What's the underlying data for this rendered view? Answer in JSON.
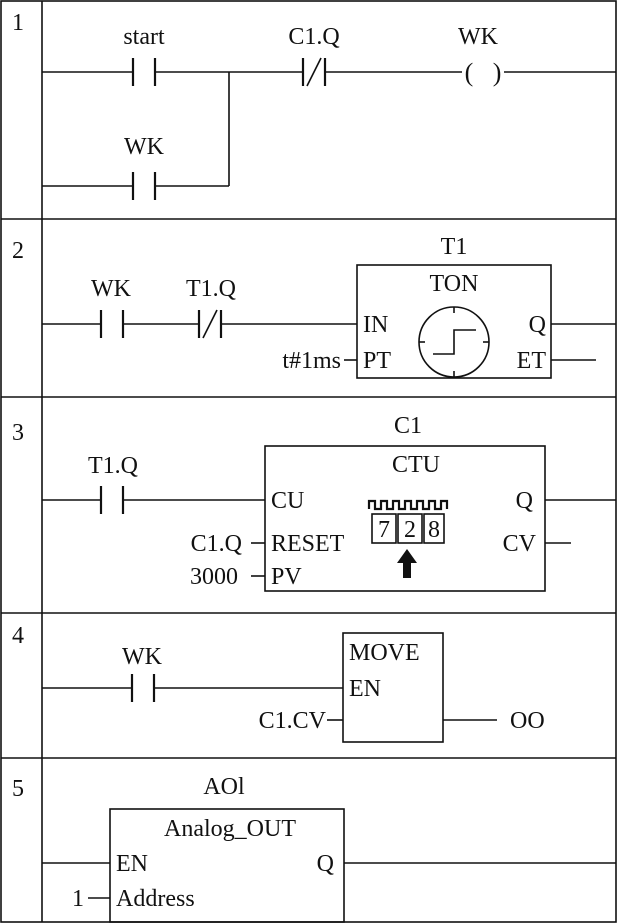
{
  "rungs": [
    {
      "number": "1",
      "contacts": [
        {
          "label": "start",
          "type": "NO"
        },
        {
          "label": "WK",
          "type": "NO"
        },
        {
          "label": "C1.Q",
          "type": "NC"
        }
      ],
      "coil": {
        "label": "WK",
        "symbol": "(   )"
      }
    },
    {
      "number": "2",
      "contacts": [
        {
          "label": "WK",
          "type": "NO"
        },
        {
          "label": "T1.Q",
          "type": "NC"
        }
      ],
      "block": {
        "instance": "T1",
        "type": "TON",
        "inputs": [
          "IN",
          "PT"
        ],
        "outputs": [
          "Q",
          "ET"
        ],
        "pt_value": "t#1ms"
      }
    },
    {
      "number": "3",
      "contacts": [
        {
          "label": "T1.Q",
          "type": "NO"
        }
      ],
      "block": {
        "instance": "C1",
        "type": "CTU",
        "inputs": [
          "CU",
          "RESET",
          "PV"
        ],
        "outputs": [
          "Q",
          "CV"
        ],
        "reset_source": "C1.Q",
        "pv_value": "3000",
        "counter_digits": [
          "7",
          "2",
          "8"
        ]
      }
    },
    {
      "number": "4",
      "contacts": [
        {
          "label": "WK",
          "type": "NO"
        }
      ],
      "block": {
        "type": "MOVE",
        "inputs": [
          "EN"
        ],
        "source": "C1.CV",
        "dest": "OO"
      }
    },
    {
      "number": "5",
      "block": {
        "instance": "AOl",
        "type": "Analog_OUT",
        "inputs": [
          "EN",
          "Address"
        ],
        "outputs": [
          "Q"
        ],
        "address_value": "1"
      }
    }
  ]
}
